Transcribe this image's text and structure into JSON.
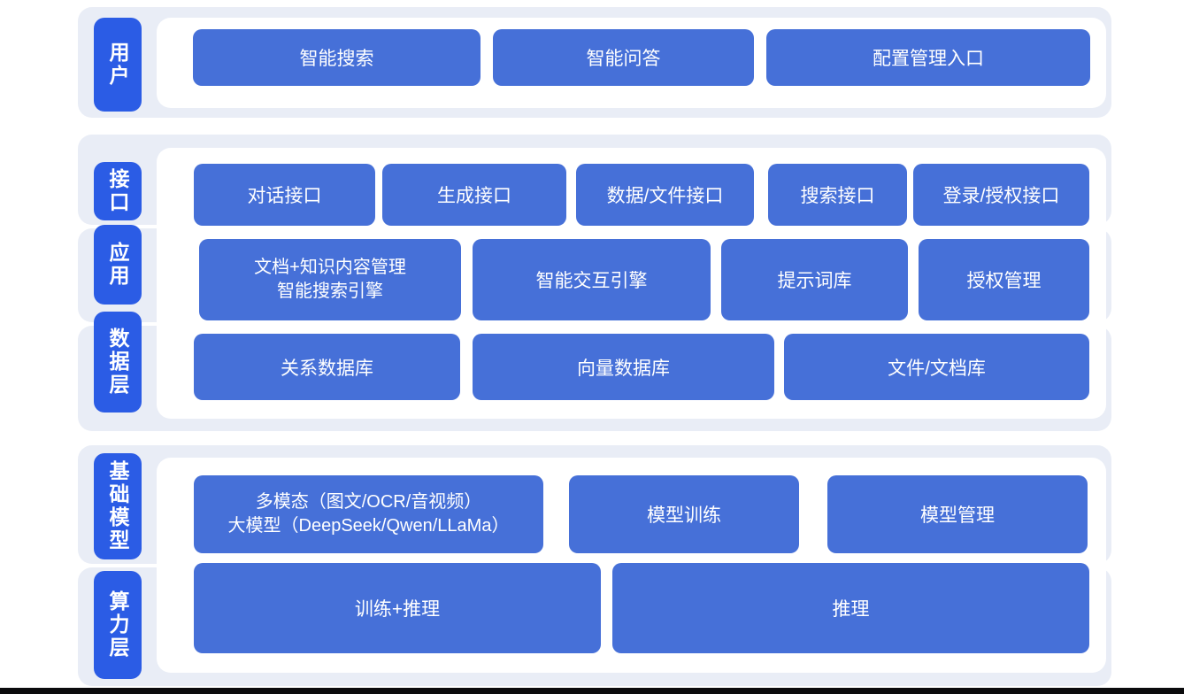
{
  "diagram": {
    "tags": {
      "user": "用户",
      "interface": "接口",
      "application": "应用",
      "data_layer": "数据层",
      "base_model": "基础模型",
      "compute_layer": "算力层"
    },
    "user_layer": {
      "boxes": [
        "智能搜索",
        "智能问答",
        "配置管理入口"
      ]
    },
    "interface_layer": {
      "boxes": [
        "对话接口",
        "生成接口",
        "数据/文件接口",
        "搜索接口",
        "登录/授权接口"
      ]
    },
    "application_layer": {
      "boxes": [
        {
          "line1": "文档+知识内容管理",
          "line2": "智能搜索引擎"
        },
        "智能交互引擎",
        "提示词库",
        "授权管理"
      ]
    },
    "data_layer": {
      "boxes": [
        "关系数据库",
        "向量数据库",
        "文件/文档库"
      ]
    },
    "model_layer": {
      "boxes": [
        {
          "line1": "多模态（图文/OCR/音视频）",
          "line2": "大模型（DeepSeek/Qwen/LLaMa）"
        },
        "模型训练",
        "模型管理"
      ]
    },
    "compute_layer": {
      "boxes": [
        "训练+推理",
        "推理"
      ]
    }
  },
  "colors": {
    "tag_blue": "#2b5ce5",
    "box_blue": "#4670d8",
    "band_gray": "#e9edf6",
    "panel_white": "#ffffff",
    "footer_black": "#0b0b0d"
  }
}
